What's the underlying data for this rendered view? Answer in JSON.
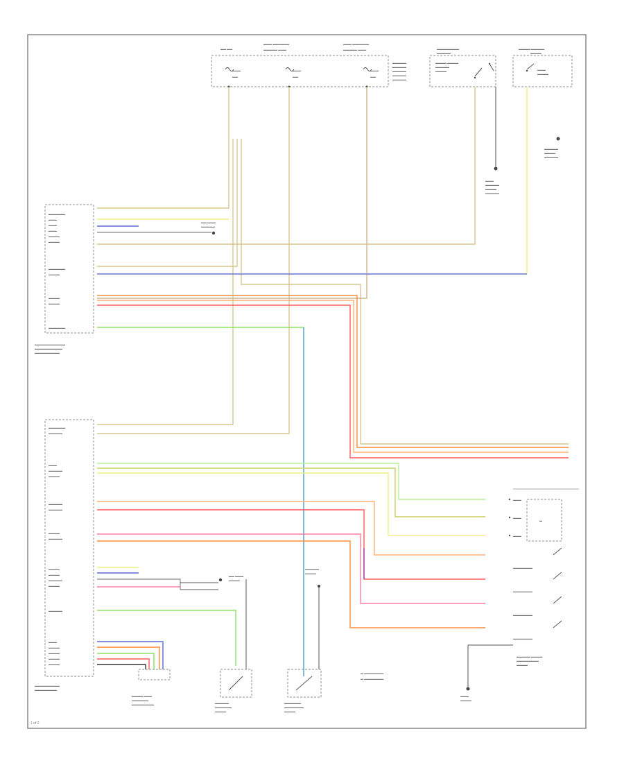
{
  "colors": {
    "yellow": "#efef80",
    "tan": "#d8c58e",
    "blue": "#5a69d4",
    "gray": "#9a9a9a",
    "orange": "#ff8c3c",
    "lightorange": "#ffb070",
    "red": "#ff5a5a",
    "green": "#8fe060",
    "lightgreen": "#b8f09a",
    "teal": "#4aa0c0",
    "purple": "#a040c0",
    "pink": "#ff7aa0",
    "olive": "#c8d060",
    "black": "#222222"
  },
  "icons": [
    "ground-symbol",
    "switch-contact",
    "connector-pin",
    "fuse-box",
    "motor-symbol"
  ],
  "footer_code": "1 of 2"
}
